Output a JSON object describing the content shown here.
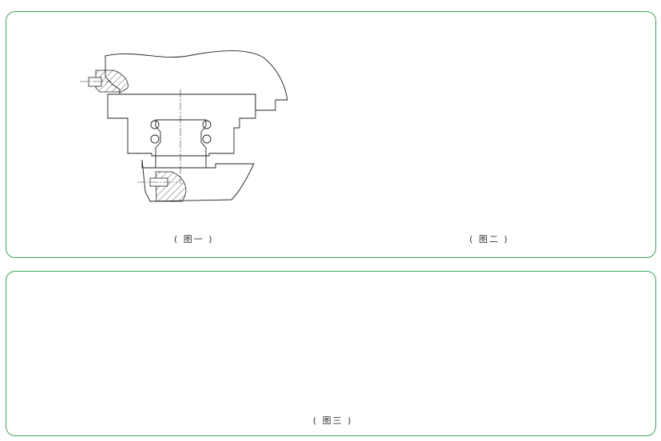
{
  "captions": {
    "fig1": "( 图一 )",
    "fig2": "( 图二 )",
    "fig3": "( 图三 )"
  },
  "colors": {
    "frame": "#3aa655",
    "ink": "#222222"
  }
}
